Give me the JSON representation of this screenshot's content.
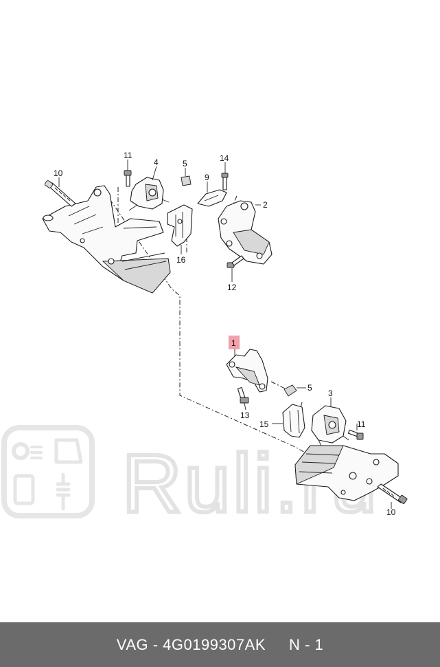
{
  "callouts": {
    "top": [
      {
        "id": "c-top-10",
        "label": "10"
      },
      {
        "id": "c-top-11",
        "label": "11"
      },
      {
        "id": "c-top-4",
        "label": "4"
      },
      {
        "id": "c-top-5",
        "label": "5"
      },
      {
        "id": "c-top-14",
        "label": "14"
      },
      {
        "id": "c-top-9",
        "label": "9"
      },
      {
        "id": "c-top-2",
        "label": "2"
      },
      {
        "id": "c-top-16",
        "label": "16"
      },
      {
        "id": "c-top-12",
        "label": "12"
      }
    ],
    "bottom": [
      {
        "id": "c-bot-1",
        "label": "1"
      },
      {
        "id": "c-bot-5",
        "label": "5"
      },
      {
        "id": "c-bot-3",
        "label": "3"
      },
      {
        "id": "c-bot-13",
        "label": "13"
      },
      {
        "id": "c-bot-15",
        "label": "15"
      },
      {
        "id": "c-bot-11",
        "label": "11"
      },
      {
        "id": "c-bot-10",
        "label": "10"
      }
    ]
  },
  "highlight": {
    "label": "1",
    "color": "#f4a0a8"
  },
  "watermark": {
    "text": "Ruli.ru"
  },
  "footer": {
    "part_code": "VAG - 4G0199307AK",
    "position": "N - 1",
    "background": "#6b6b6b"
  }
}
